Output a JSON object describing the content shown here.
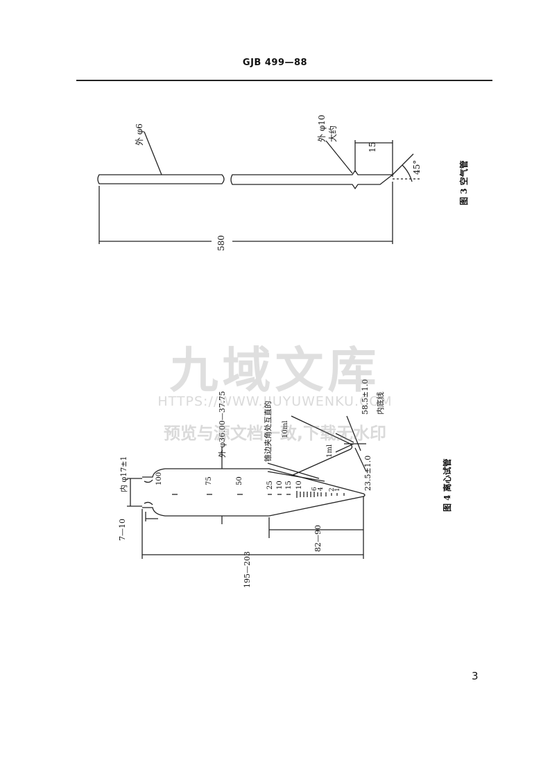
{
  "header": {
    "standard_no": "GJB 499—88"
  },
  "figure3": {
    "caption": "图 3  空气管",
    "labels": {
      "outer_d6": "外 φ6",
      "outer_d10": "外 φ10",
      "approx": "大约",
      "dim_15": "15",
      "angle_45": "45°",
      "length_580": "580"
    }
  },
  "figure4": {
    "caption": "图 4  离心试管",
    "labels": {
      "inner_d17": "内 φ17±1",
      "outer_d36": "外 φ36.00—37.75",
      "taper_note": "锥边夹角处互直的",
      "inner_bottom_line": "内底线",
      "d58_5": "58.5±1.0",
      "d23_5": "23.5±1.0",
      "ml10": "10ml",
      "ml1": "1ml",
      "dim_7_10": "7—10",
      "dim_195_203": "195—203",
      "dim_82_90": "82—90"
    },
    "graduations": [
      "100",
      "75",
      "50",
      "25",
      "10",
      "15",
      "10",
      "6",
      "4",
      "2",
      "1"
    ]
  },
  "watermark": {
    "title": "九域文库",
    "url": "HTTPS://WWW.JIUYUWENKU.COM",
    "notice": "预览与源文档一致,下载无水印"
  },
  "footer": {
    "page_number": "3"
  }
}
